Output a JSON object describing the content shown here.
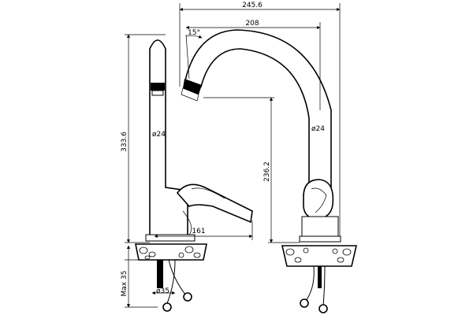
{
  "drawing": {
    "dimensions": {
      "overall_reach": "245.6",
      "spout_reach": "208",
      "spout_angle": "15°",
      "left_tube_diameter": "ø24",
      "overall_height": "333.6",
      "lever_length": "161",
      "spout_height": "236.2",
      "right_tube_diameter": "ø24",
      "max_mount_thickness": "Max 35",
      "mount_diameter": "ø35"
    }
  }
}
